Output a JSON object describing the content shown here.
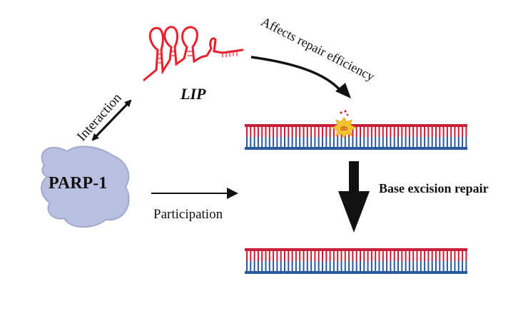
{
  "labels": {
    "lip": "LIP",
    "parp": "PARP-1",
    "interaction": "Interaction",
    "affects": "Affects  repair efficiency",
    "participation": "Participation",
    "ber": "Base excision repair",
    "damage": "db"
  },
  "colors": {
    "rna": "#e8202b",
    "dna_top": "#c81e36",
    "dna_bottom": "#2a5a9c",
    "protein": "#b9bfe0",
    "damage": "#f4c430",
    "arrow": "#111111"
  }
}
